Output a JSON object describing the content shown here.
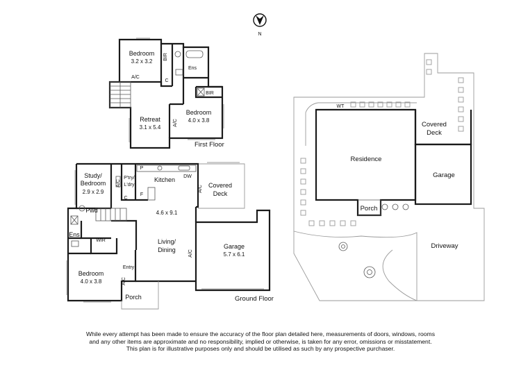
{
  "compass": {
    "label": "N",
    "icon": "north-arrow-icon"
  },
  "first_floor": {
    "title": "First Floor",
    "rooms": {
      "bedroom_a": {
        "name": "Bedroom",
        "size": "3.2 x 3.2"
      },
      "retreat": {
        "name": "Retreat",
        "size": "3.1 x 5.4"
      },
      "bedroom_b": {
        "name": "Bedroom",
        "size": "4.0 x 3.8"
      },
      "ensuite": {
        "name": "Ens"
      },
      "bir_a": {
        "name": "BIR"
      },
      "bir_b": {
        "name": "BIR"
      },
      "cupboard": {
        "name": "C"
      },
      "ac_a": {
        "name": "A/C"
      },
      "ac_b": {
        "name": "A/C"
      }
    }
  },
  "ground_floor": {
    "title": "Ground Floor",
    "rooms": {
      "study": {
        "name": "Study/\nBedroom",
        "line1": "Study/",
        "line2": "Bedroom",
        "size": "2.9 x 2.9"
      },
      "pantry": {
        "line1": "P'try/",
        "line2": "L'dry"
      },
      "kitchen": {
        "name": "Kitchen"
      },
      "covered_deck": {
        "line1": "Covered",
        "line2": "Deck"
      },
      "living": {
        "size": "4.6 x 9.1",
        "line1": "Living/",
        "line2": "Dining"
      },
      "garage": {
        "name": "Garage",
        "size": "5.7 x 6.1"
      },
      "pwd": {
        "name": "Pwd"
      },
      "ensuite": {
        "name": "Ens"
      },
      "wir": {
        "name": "WIR"
      },
      "bedroom": {
        "name": "Bedroom",
        "size": "4.0 x 3.8"
      },
      "entry": {
        "name": "Entry"
      },
      "porch": {
        "name": "Porch"
      },
      "p_label": "P",
      "c_label": "C",
      "f_label": "F",
      "dw_label": "DW",
      "ac_labels": [
        "A/C",
        "A/C",
        "A/C",
        "A/C"
      ]
    }
  },
  "site_plan": {
    "residence": "Residence",
    "garage": "Garage",
    "covered_deck": {
      "line1": "Covered",
      "line2": "Deck"
    },
    "porch": "Porch",
    "driveway": "Driveway",
    "wt": "WT"
  },
  "disclaimer": [
    "While every attempt has been made to ensure the accuracy of the floor plan detailed here, measurements of doors, windows, rooms",
    "and any other items are approximate and no responsibility, implied or otherwise, is taken for any error, omissions or misstatement.",
    "This plan is for illustrative purposes only and should be utilised as such by any prospective purchaser."
  ]
}
